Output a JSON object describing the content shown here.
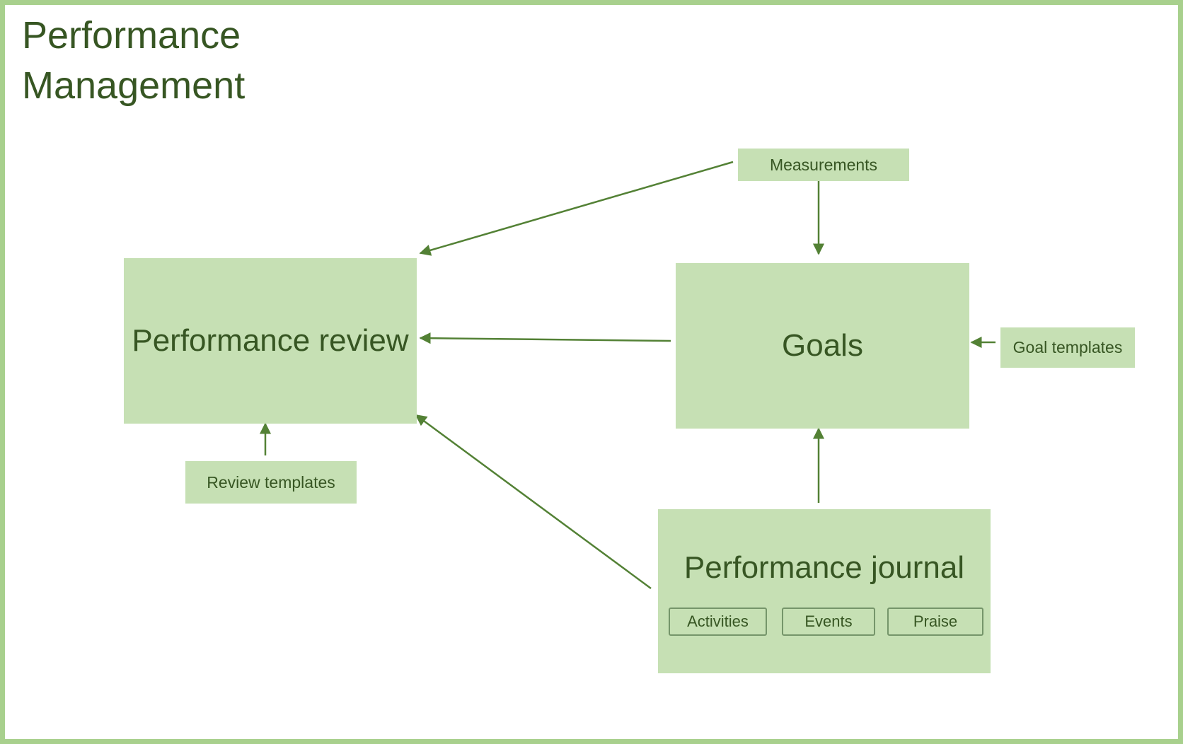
{
  "title": "Performance Management",
  "colors": {
    "border": "#a8d08d",
    "box_fill": "#c6e0b4",
    "arrow": "#538135",
    "text_dark": "#375623",
    "sub_border": "#75956a"
  },
  "nodes": {
    "measurements": {
      "label": "Measurements"
    },
    "performance_review": {
      "label": "Performance review"
    },
    "goals": {
      "label": "Goals"
    },
    "goal_templates": {
      "label": "Goal templates"
    },
    "review_templates": {
      "label": "Review templates"
    },
    "performance_journal": {
      "label": "Performance journal",
      "items": [
        {
          "label": "Activities"
        },
        {
          "label": "Events"
        },
        {
          "label": "Praise"
        }
      ]
    }
  },
  "edges": [
    {
      "from": "measurements",
      "to": "performance_review"
    },
    {
      "from": "measurements",
      "to": "goals"
    },
    {
      "from": "goals",
      "to": "performance_review"
    },
    {
      "from": "goal_templates",
      "to": "goals"
    },
    {
      "from": "review_templates",
      "to": "performance_review"
    },
    {
      "from": "performance_journal",
      "to": "goals"
    },
    {
      "from": "performance_journal",
      "to": "performance_review"
    }
  ]
}
